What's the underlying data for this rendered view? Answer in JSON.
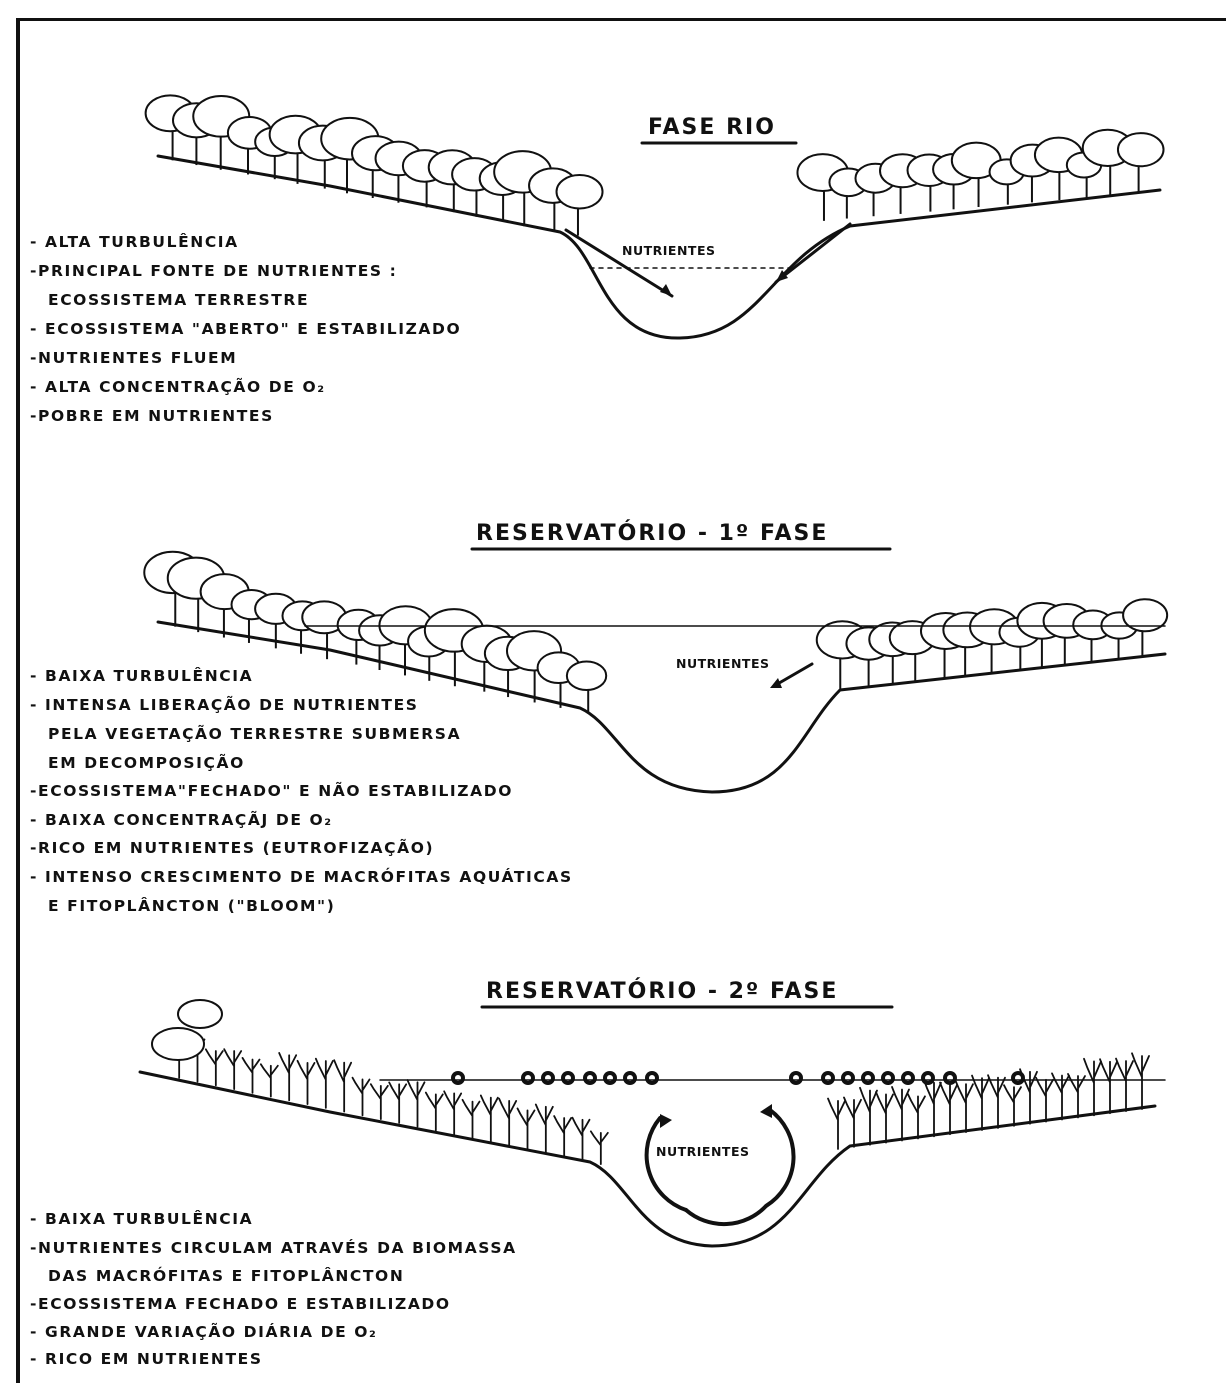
{
  "panels": [
    {
      "title": "FASE RIO",
      "label": "NUTRIENTES",
      "bullets": [
        "- ALTA TURBULÊNCIA",
        "-PRINCIPAL FONTE DE NUTRIENTES :",
        "ECOSSISTEMA TERRESTRE",
        "- ECOSSISTEMA \"ABERTO\" E ESTABILIZADO",
        "-NUTRIENTES FLUEM",
        "- ALTA CONCENTRAÇÃO DE O₂",
        "-POBRE EM NUTRIENTES"
      ]
    },
    {
      "title": "RESERVATÓRIO - 1º FASE",
      "label": "NUTRIENTES",
      "bullets": [
        "- BAIXA TURBULÊNCIA",
        "- INTENSA LIBERAÇÃO DE NUTRIENTES",
        "PELA VEGETAÇÃO TERRESTRE SUBMERSA",
        "EM DECOMPOSIÇÃO",
        "-ECOSSISTEMA\"FECHADO\" E NÃO ESTABILIZADO",
        "- BAIXA CONCENTRAÇÃJ DE O₂",
        "-RICO EM NUTRIENTES (EUTROFIZAÇÃO)",
        "- INTENSO CRESCIMENTO DE MACRÓFITAS AQUÁTICAS",
        "E FITOPLÂNCTON (\"BLOOM\")"
      ]
    },
    {
      "title": "RESERVATÓRIO - 2º FASE",
      "label": "NUTRIENTES",
      "bullets": [
        "- BAIXA TURBULÊNCIA",
        "-NUTRIENTES CIRCULAM ATRAVÉS DA BIOMASSA",
        "DAS MACRÓFITAS E FITOPLÂNCTON",
        "-ECOSSISTEMA FECHADO E ESTABILIZADO",
        "- GRANDE VARIAÇÃO DIÁRIA DE O₂",
        "- RICO EM NUTRIENTES"
      ]
    }
  ]
}
